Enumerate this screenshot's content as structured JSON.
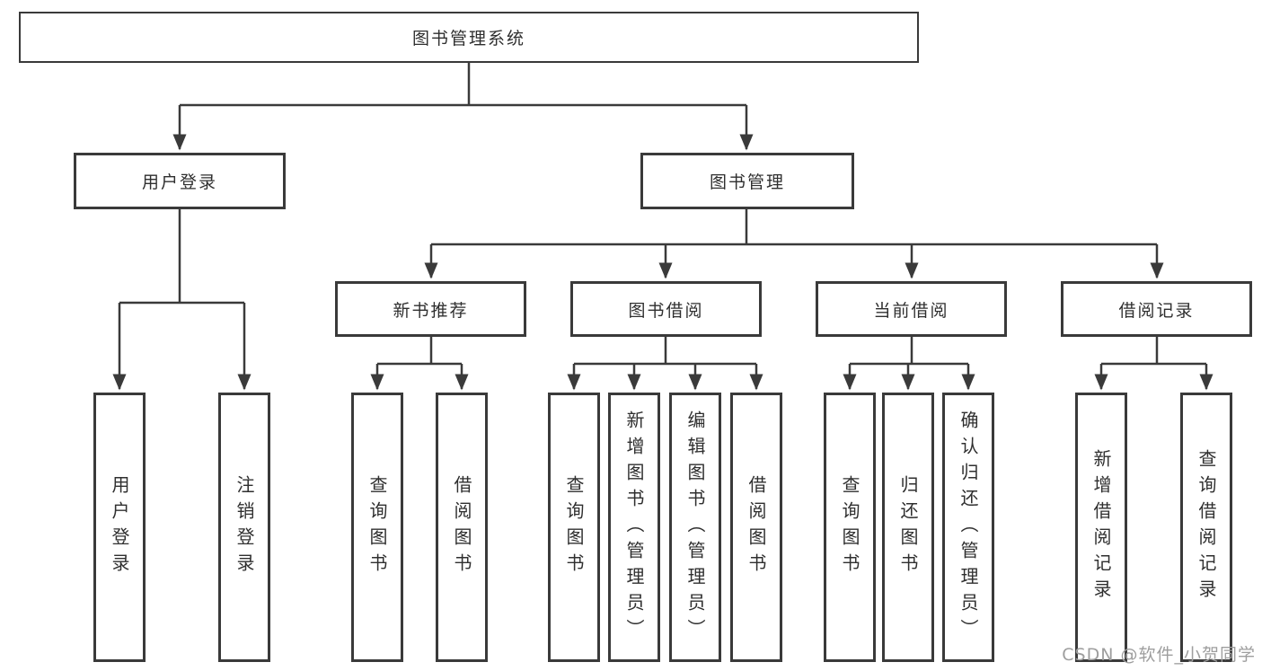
{
  "diagram": {
    "type": "hierarchy-tree",
    "root": {
      "label": "图书管理系统"
    },
    "level2": {
      "user_login": {
        "label": "用户登录"
      },
      "book_management": {
        "label": "图书管理"
      }
    },
    "level3": {
      "new_book": {
        "label": "新书推荐"
      },
      "book_borrow": {
        "label": "图书借阅"
      },
      "current_borrow": {
        "label": "当前借阅"
      },
      "borrow_record": {
        "label": "借阅记录"
      }
    },
    "leaves": {
      "user_login": {
        "login": "用户登录",
        "logout": "注销登录"
      },
      "new_book": {
        "query": "查询图书",
        "borrow": "借阅图书"
      },
      "book_borrow": {
        "query": "查询图书",
        "add": "新增图书（管理员）",
        "edit": "编辑图书（管理员）",
        "borrow": "借阅图书"
      },
      "current_borrow": {
        "query": "查询图书",
        "return": "归还图书",
        "confirm": "确认归还（管理员）"
      },
      "borrow_record": {
        "add": "新增借阅记录",
        "query": "查询借阅记录"
      }
    },
    "watermark": "CSDN @软件_小贺同学",
    "colors": {
      "line": "#3a3a3a",
      "box_border": "#3a3a3a",
      "text": "#2f2f2f",
      "watermark": "#9e9e9e",
      "background": "#ffffff"
    }
  }
}
